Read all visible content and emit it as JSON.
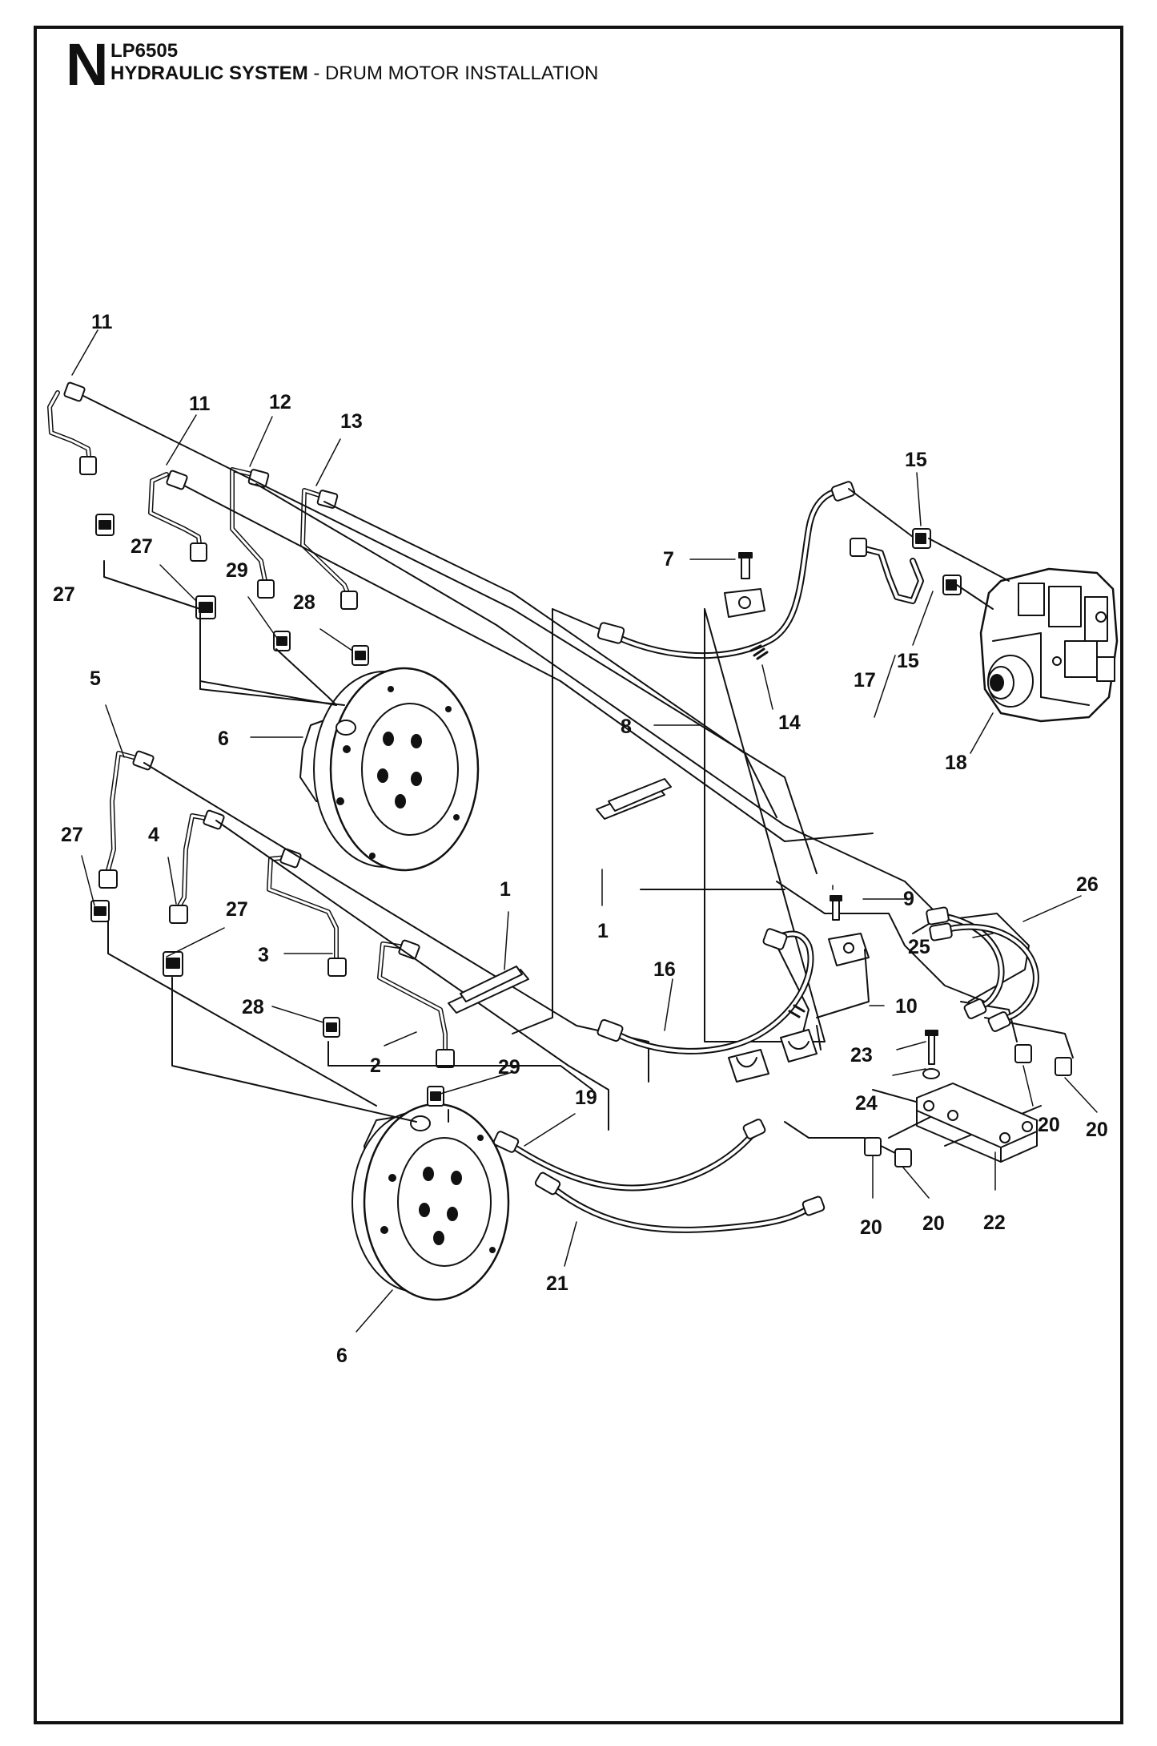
{
  "header": {
    "section_letter": "N",
    "model": "LP6505",
    "title_bold": "HYDRAULIC SYSTEM",
    "title_rest": " - DRUM MOTOR INSTALLATION"
  },
  "callouts": [
    "11",
    "11",
    "12",
    "13",
    "15",
    "15",
    "7",
    "27",
    "27",
    "29",
    "28",
    "5",
    "6",
    "8",
    "14",
    "17",
    "18",
    "27",
    "4",
    "27",
    "1",
    "1",
    "9",
    "26",
    "25",
    "3",
    "16",
    "10",
    "28",
    "2",
    "29",
    "23",
    "24",
    "19",
    "20",
    "20",
    "20",
    "20",
    "22",
    "21",
    "6"
  ]
}
